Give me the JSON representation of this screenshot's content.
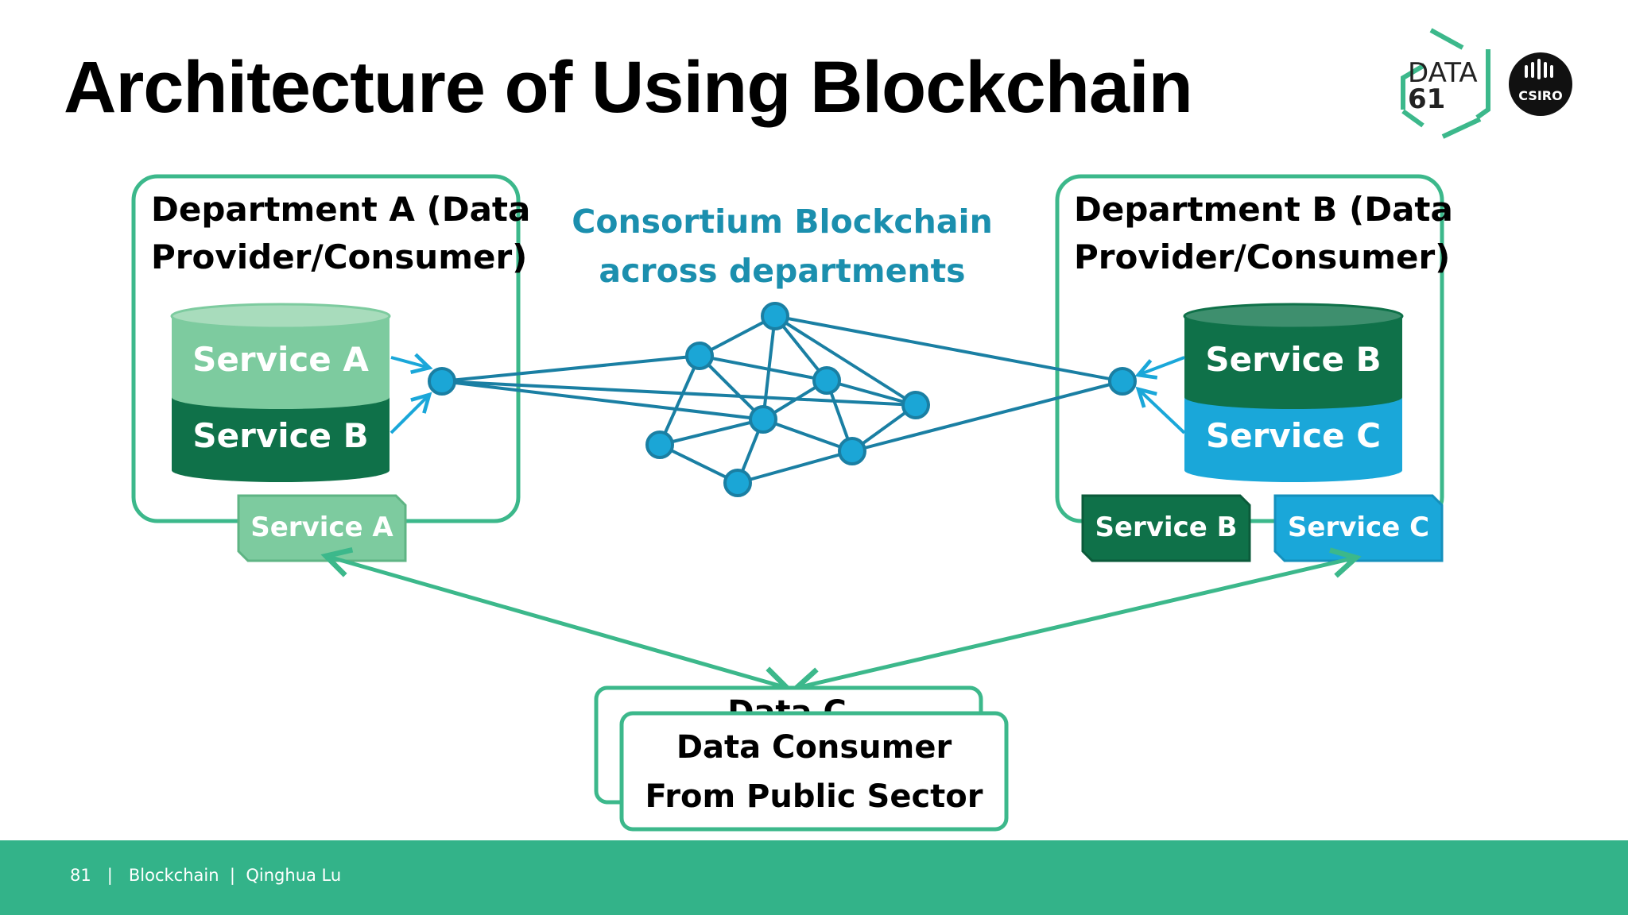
{
  "title": "Architecture of Using Blockchain",
  "logos": {
    "data61": {
      "line1": "DATA",
      "line2": "61"
    },
    "csiro": "CSIRO"
  },
  "department_a": {
    "label_line1": "Department A (Data",
    "label_line2": "Provider/Consumer)",
    "cylinder_services": [
      "Service A",
      "Service B"
    ],
    "exposed_service": "Service A"
  },
  "department_b": {
    "label_line1": "Department B (Data",
    "label_line2": "Provider/Consumer)",
    "cylinder_services": [
      "Service B",
      "Service C"
    ],
    "exposed_services": [
      "Service B",
      "Service C"
    ]
  },
  "blockchain": {
    "line1": "Consortium Blockchain",
    "line2": "across departments"
  },
  "consumer": {
    "back_partial": "Data C",
    "line1": "Data Consumer",
    "line2": "From Public Sector"
  },
  "footer": {
    "page": "81",
    "topic": "Blockchain",
    "author": "Qinghua Lu"
  },
  "colors": {
    "green_outline": "#3cb88b",
    "light_green": "#7dcb9f",
    "dark_green": "#0f7149",
    "blue": "#1aa7d9",
    "node_blue": "#1ba6d6",
    "link_blue": "#1a7fa3",
    "footer": "#33b389"
  }
}
